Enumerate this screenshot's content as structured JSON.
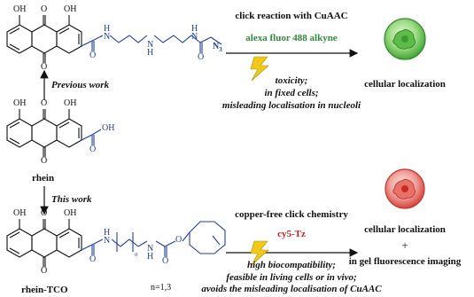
{
  "labels": {
    "previous_work": "Previous work",
    "this_work": "This work",
    "rhein": "rhein",
    "rhein_tco": "rhein-TCO",
    "n_range": "n=1,3"
  },
  "top_reaction": {
    "title": "click reaction with CuAAC",
    "reagent": "alexa fluor 488 alkyne",
    "note_1": "toxicity;",
    "note_2": "in fixed cells;",
    "note_3": "misleading localisation in nucleoli",
    "outcome": "cellular localization"
  },
  "bottom_reaction": {
    "title": "copper-free click chemistry",
    "reagent": "cy5-Tz",
    "note_1": "high biocompatibility;",
    "note_2": "feasible in living cells or in vivo;",
    "note_3": "avoids the misleading localisation of CuAAC",
    "outcome_1": "cellular localization",
    "plus": "+",
    "outcome_2": "in gel fluorescence imaging"
  },
  "atoms": {
    "oh": "OH",
    "o": "O",
    "h": "H",
    "n": "N",
    "n3": "N",
    "n3_sub": "3",
    "n_index": "n"
  },
  "colors": {
    "blue_group": "#1f3fa8",
    "alexa_green": "#2f8a3a",
    "cy5_red": "#d42020",
    "lightning": "#f2c81a",
    "cell_green": "#5dbb4a",
    "cell_red": "#e0504a"
  }
}
